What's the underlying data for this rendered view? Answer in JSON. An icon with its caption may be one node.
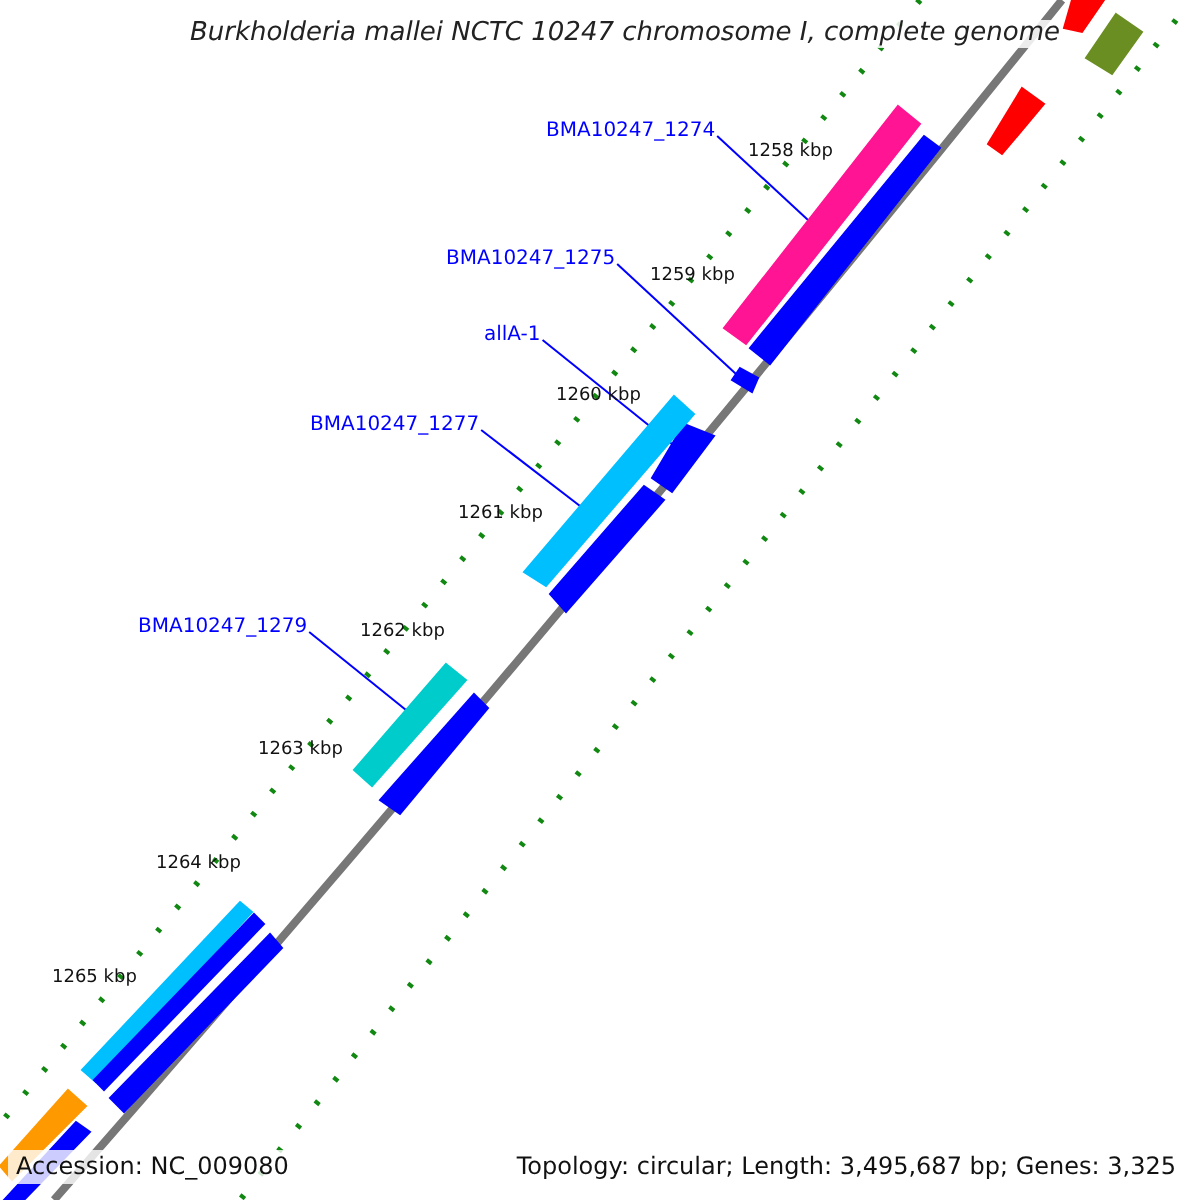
{
  "diagram": {
    "title": "Burkholderia mallei NCTC 10247 chromosome I, complete genome",
    "nodes": [
      {
        "text": [
          "BMA10247_1274"
        ]
      },
      {
        "text": [],
        "shape": "bar"
      },
      {
        "text": [
          "BMA10247_1275"
        ]
      },
      {
        "text": [],
        "shape": "bar"
      },
      {
        "text": [
          "allA-1"
        ]
      },
      {
        "text": [],
        "shape": "bar"
      },
      {
        "text": [
          "BMA10247_1277"
        ]
      },
      {
        "text": [],
        "shape": "bar"
      },
      {
        "text": [
          "BMA10247_1279"
        ]
      },
      {
        "text": [],
        "shape": "bar"
      },
      {
        "text": [],
        "shape": "bar"
      },
      {
        "text": [],
        "shape": "bar"
      },
      {
        "text": [],
        "shape": "bar"
      },
      {
        "text": [],
        "shape": "bar"
      },
      {
        "text": [],
        "shape": "bar"
      },
      {
        "text": [],
        "shape": "bar"
      },
      {
        "text": [],
        "shape": "bar"
      },
      {
        "text": [],
        "shape": "bar"
      },
      {
        "text": [],
        "shape": "bar"
      },
      {
        "text": [],
        "shape": "bar"
      },
      {
        "text": [],
        "shape": "bar"
      }
    ],
    "edges": [
      {
        "from": 0,
        "to": 1,
        "arrow": "none"
      },
      {
        "from": 2,
        "to": 3,
        "arrow": "none"
      },
      {
        "from": 4,
        "to": 5,
        "arrow": "none"
      },
      {
        "from": 6,
        "to": 7,
        "arrow": "none"
      },
      {
        "from": 8,
        "to": 9,
        "arrow": "none"
      }
    ],
    "labels": [
      "1258 kbp",
      "1259 kbp",
      "1260 kbp",
      "1261 kbp",
      "1262 kbp",
      "1263 kbp",
      "1264 kbp",
      "1265 kbp",
      "Accession: NC_009080",
      "Topology: circular; Length: 3,495,687 bp; Genes: 3,325"
    ]
  }
}
